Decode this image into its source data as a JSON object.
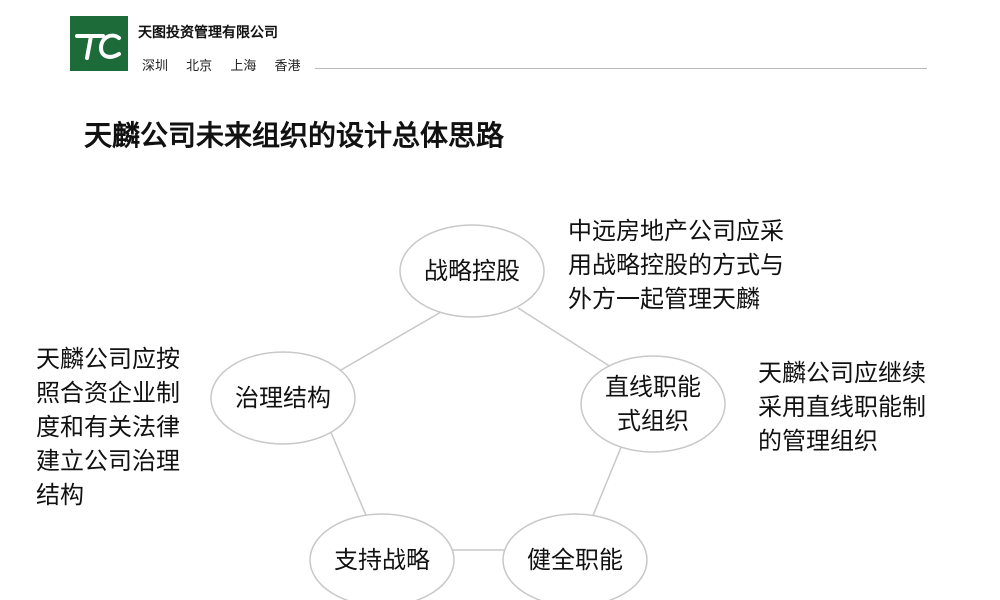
{
  "header": {
    "company": "天图投资管理有限公司",
    "cities": [
      "深圳",
      "北京",
      "上海",
      "香港"
    ],
    "logo_icon": "tc-logo-icon",
    "brand_color": "#1e6b3a"
  },
  "title": "天麟公司未来组织的设计总体思路",
  "diagram": {
    "nodes": {
      "strategy": "战略控股",
      "governance": "治理结构",
      "line": "直线职能\n式组织",
      "support": "支持战略",
      "functions": "健全职能"
    },
    "notes": {
      "top_right": "中远房地产公司应采\n用战略控股的方式与\n外方一起管理天麟",
      "left": "天麟公司应按\n照合资企业制\n度和有关法律\n建立公司治理\n结构",
      "right": "天麟公司应继续\n采用直线职能制\n的管理组织"
    }
  }
}
